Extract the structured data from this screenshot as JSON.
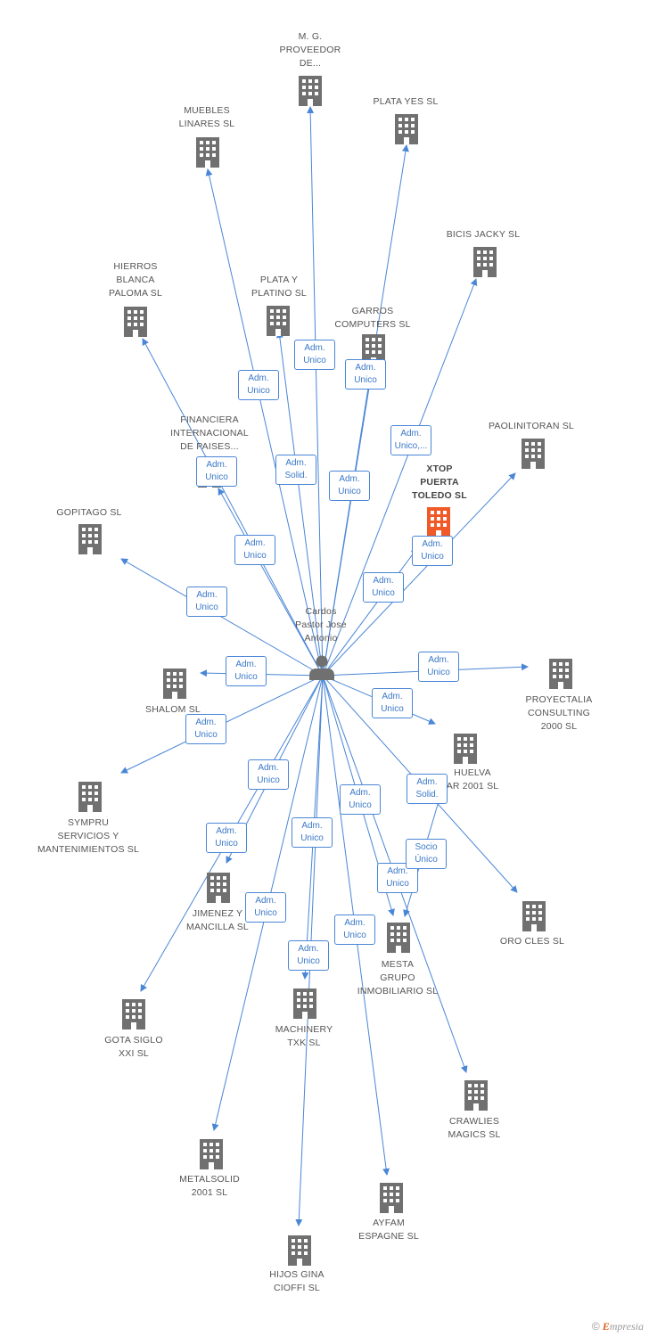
{
  "colors": {
    "edge": "#4a86d6",
    "building": "#707070",
    "highlight": "#f05a28",
    "person": "#707070"
  },
  "center": {
    "name": "Cardos\nPastor Jose\nAntonio",
    "icon": "person-icon"
  },
  "nodes": [
    {
      "id": "mg",
      "label": "M. G.\nPROVEEDOR\nDE...",
      "role": "Adm.\nUnico",
      "main": false
    },
    {
      "id": "platayes",
      "label": "PLATA YES SL",
      "role": "Adm.\nUnico",
      "main": false
    },
    {
      "id": "muebles",
      "label": "MUEBLES\nLINARES SL",
      "role": "Adm.\nUnico",
      "main": false
    },
    {
      "id": "bicis",
      "label": "BICIS JACKY SL",
      "role": "Adm.\nUnico,...",
      "main": false
    },
    {
      "id": "hierros",
      "label": "HIERROS\nBLANCA\nPALOMA SL",
      "role": "Adm.\nUnico",
      "main": false
    },
    {
      "id": "plataplatino",
      "label": "PLATA Y\nPLATINO SL",
      "role": "Adm.\nSolid.",
      "main": false
    },
    {
      "id": "garros",
      "label": "GARROS\nCOMPUTERS SL",
      "role": "Adm.\nUnico",
      "main": false
    },
    {
      "id": "paolini",
      "label": "PAOLINITORAN SL",
      "role": "Adm.\nUnico",
      "main": false
    },
    {
      "id": "financiera",
      "label": "FINANCIERA\nINTERNACIONAL\nDE PAISES...",
      "role": "Adm.\nUnico",
      "main": false
    },
    {
      "id": "xtop",
      "label": "XTOP\nPUERTA\nTOLEDO SL",
      "role": "Adm.\nUnico",
      "main": true
    },
    {
      "id": "gopitago",
      "label": "GOPITAGO SL",
      "role": "Adm.\nUnico",
      "main": false
    },
    {
      "id": "shalom",
      "label": "SHALOM SL",
      "role": "Adm.\nUnico",
      "main": false
    },
    {
      "id": "proyectalia",
      "label": "PROYECTALIA\nCONSULTING\n2000 SL",
      "role": "Adm.\nUnico",
      "main": false
    },
    {
      "id": "huelva",
      "label": "HUELVA\nAR 2001 SL",
      "role": "Adm.\nUnico",
      "main": false
    },
    {
      "id": "sympru",
      "label": "SYMPRU\nSERVICIOS Y\nMANTENIMIENTOS SL",
      "role": "Adm.\nUnico",
      "main": false
    },
    {
      "id": "orocles",
      "label": "ORO CLES SL",
      "role": "Adm.\nSolid.",
      "main": false
    },
    {
      "id": "jimenez",
      "label": "JIMENEZ Y\nMANCILLA SL",
      "role": "Adm.\nUnico",
      "main": false
    },
    {
      "id": "mesta",
      "label": "MESTA\nGRUPO\nINMOBILIARIO SL",
      "role": "Adm.\nUnico",
      "main": false
    },
    {
      "id": "gota",
      "label": "GOTA SIGLO\nXXI SL",
      "role": "Adm.\nUnico",
      "main": false
    },
    {
      "id": "machinery",
      "label": "MACHINERY\nTXK SL",
      "role": "Adm.\nUnico",
      "main": false
    },
    {
      "id": "crawlies",
      "label": "CRAWLIES\nMAGICS SL",
      "role": "Adm.\nUnico",
      "main": false
    },
    {
      "id": "metalsolid",
      "label": "METALSOLID\n2001 SL",
      "role": "Adm.\nUnico",
      "main": false
    },
    {
      "id": "ayfam",
      "label": "AYFAM\nESPAGNE SL",
      "role": "Adm.\nUnico",
      "main": false
    },
    {
      "id": "hijos",
      "label": "HIJOS GINA\nCIOFFI SL",
      "role": "Adm.\nUnico",
      "main": false
    }
  ],
  "extra_links": [
    {
      "from": "huelva",
      "to": "mesta",
      "role": "Socio\nÚnico"
    }
  ],
  "brand": {
    "copyright": "©",
    "initial": "E",
    "rest": "mpresia"
  }
}
